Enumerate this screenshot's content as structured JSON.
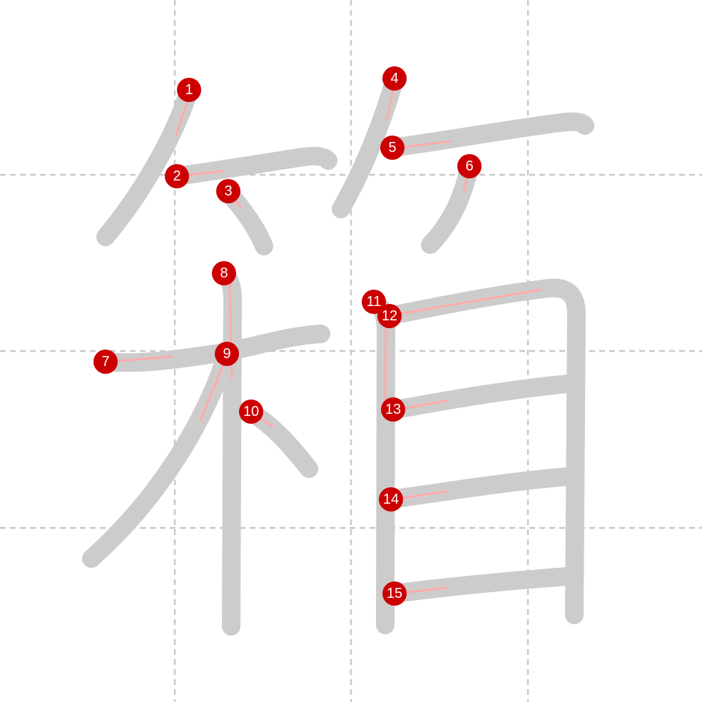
{
  "character": "箱",
  "colors": {
    "stroke": "#cccccc",
    "hint": "#ffaaaa",
    "marker": "#cc0000",
    "marker_text": "#ffffff",
    "grid": "#c8c8c8",
    "background": "#ffffff"
  },
  "strokes": [
    {
      "label": "1"
    },
    {
      "label": "2"
    },
    {
      "label": "3"
    },
    {
      "label": "4"
    },
    {
      "label": "5"
    },
    {
      "label": "6"
    },
    {
      "label": "7"
    },
    {
      "label": "8"
    },
    {
      "label": "9"
    },
    {
      "label": "10"
    },
    {
      "label": "11"
    },
    {
      "label": "12"
    },
    {
      "label": "13"
    },
    {
      "label": "14"
    },
    {
      "label": "15"
    }
  ]
}
